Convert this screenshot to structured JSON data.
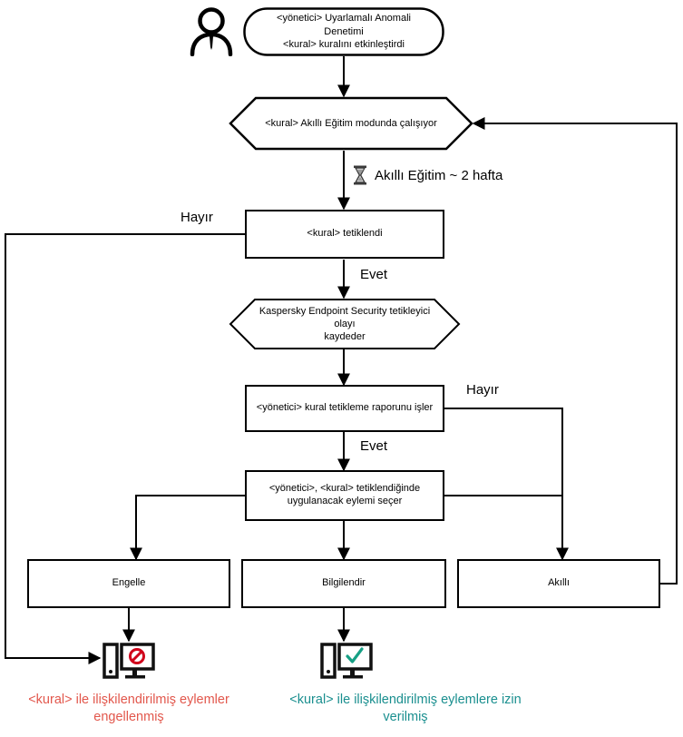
{
  "diagram": {
    "title": "Uyarlamalı Anomali Denetimi kural akışı",
    "language": "tr"
  },
  "colors": {
    "stroke": "#000000",
    "blocked_text": "#e2574c",
    "allowed_text": "#1a8f8f",
    "blocked_symbol": "#d0021b",
    "allowed_symbol": "#16a085",
    "background": "#ffffff"
  },
  "icons": {
    "admin": "person-user-icon",
    "timer": "hourglass-icon",
    "blocked_computer": "computer-blocked-icon",
    "allowed_computer": "computer-allowed-icon"
  },
  "nodes": {
    "start": {
      "shape": "rounded",
      "line1": "<yönetici> Uyarlamalı Anomali Denetimi",
      "line2": "<kural> kuralını etkinleştirdi"
    },
    "smart_mode": {
      "shape": "hexagon",
      "label": "<kural> Akıllı Eğitim modunda çalışıyor"
    },
    "rule_triggered": {
      "shape": "rect",
      "label": "<kural> tetiklendi"
    },
    "log_event": {
      "shape": "hexagon",
      "line1": "Kaspersky Endpoint Security tetikleyici olayı",
      "line2": "kaydeder"
    },
    "process_report": {
      "shape": "rect",
      "label": "<yönetici> kural tetikleme raporunu işler"
    },
    "select_action": {
      "shape": "rect",
      "line1": "<yönetici>, <kural> tetiklendiğinde",
      "line2": "uygulanacak eylemi seçer"
    },
    "action_block": {
      "shape": "rect",
      "label": "Engelle"
    },
    "action_inform": {
      "shape": "rect",
      "label": "Bilgilendir"
    },
    "action_smart": {
      "shape": "rect",
      "label": "Akıllı"
    }
  },
  "edge_labels": {
    "timer": "Akıllı Eğitim ~ 2 hafta",
    "triggered_no": "Hayır",
    "triggered_yes": "Evet",
    "report_no": "Hayır",
    "report_yes": "Evet"
  },
  "captions": {
    "blocked": {
      "line1": "<kural> ile ilişkilendirilmiş eylemler",
      "line2": "engellenmiş"
    },
    "allowed": {
      "line1": "<kural> ile ilişkilendirilmiş eylemlere izin",
      "line2": "verilmiş"
    }
  }
}
